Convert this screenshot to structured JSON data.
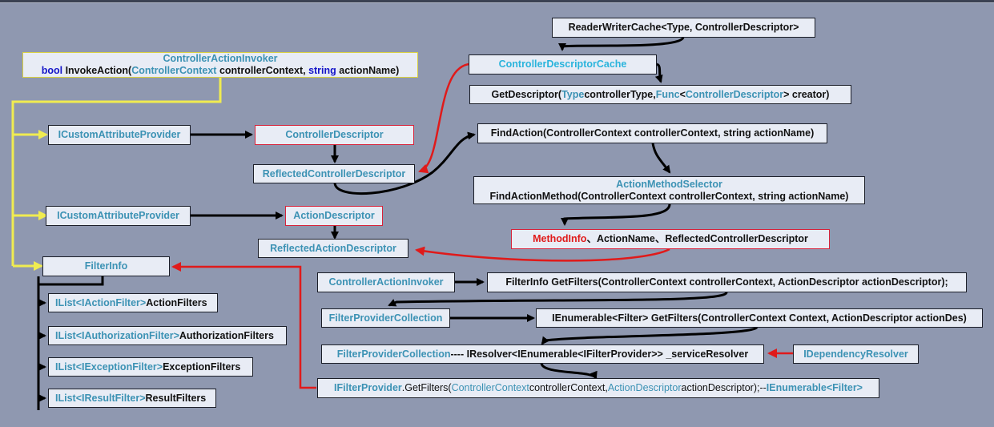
{
  "colors": {
    "background": "#8f98b0",
    "box_fill": "#e8ecf5",
    "type_teal": "#3c92b4",
    "type_cyan": "#2ab4dc",
    "keyword_blue": "#1414c8",
    "highlight_red": "#e01a1a",
    "yellow_connector": "#f0ec50",
    "red_connector": "#e01a1a"
  },
  "invoker": {
    "class_name": "ControllerActionInvoker",
    "return_type": "bool",
    "method": "InvokeAction(",
    "param1_type": "ControllerContext",
    "param1_name": " controllerContext, ",
    "param2_type": "string",
    "param2_name": " actionName)"
  },
  "left_column": {
    "custom_attr_1": "ICustomAttributeProvider",
    "custom_attr_2": "ICustomAttributeProvider",
    "filter_info": "FilterInfo",
    "filter_lists": [
      {
        "type": "IList<IActionFilter>",
        "name": " ActionFilters"
      },
      {
        "type": "IList<IAuthorizationFilter>",
        "name": " AuthorizationFilters"
      },
      {
        "type": "IList<IExceptionFilter>",
        "name": " ExceptionFilters"
      },
      {
        "type": "IList<IResultFilter>",
        "name": " ResultFilters"
      }
    ]
  },
  "descriptors": {
    "controller_descriptor": "ControllerDescriptor",
    "reflected_controller_descriptor": "ReflectedControllerDescriptor",
    "action_descriptor": "ActionDescriptor",
    "reflected_action_descriptor": "ReflectedActionDescriptor"
  },
  "cache": {
    "reader_writer_cache": "ReaderWriterCache<Type, ControllerDescriptor>",
    "descriptor_cache": "ControllerDescriptorCache",
    "get_descriptor": {
      "method": "GetDescriptor(",
      "type1": "Type",
      "mid1": " controllerType, ",
      "type2": "Func",
      "lt": "<",
      "type3": "ControllerDescriptor",
      "end": "> creator)"
    }
  },
  "action_flow": {
    "find_action": "FindAction(ControllerContext controllerContext, string actionName)",
    "selector_class": "ActionMethodSelector",
    "find_action_method": "FindActionMethod(ControllerContext controllerContext, string actionName)",
    "method_info": "MethodInfo",
    "method_info_rest": "、ActionName、ReflectedControllerDescriptor"
  },
  "filter_flow": {
    "invoker_class": "ControllerActionInvoker",
    "get_filters": "FilterInfo GetFilters(ControllerContext controllerContext, ActionDescriptor actionDescriptor);",
    "provider_collection": "FilterProviderCollection",
    "enumerable_get_filters": "IEnumerable<Filter> GetFilters(ControllerContext Context, ActionDescriptor actionDes)",
    "resolver_class": "FilterProviderCollection",
    "resolver_rest": "---- IResolver<IEnumerable<IFilterProvider>> _serviceResolver",
    "dependency_resolver": "IDependencyResolver",
    "ifp": {
      "class": "IFilterProvider",
      "method": ".GetFilters(",
      "type1": "ControllerContext",
      "mid1": " controllerContext, ",
      "type2": "ActionDescriptor",
      "mid2": " actionDescriptor);--",
      "ret": "IEnumerable<Filter>"
    }
  }
}
